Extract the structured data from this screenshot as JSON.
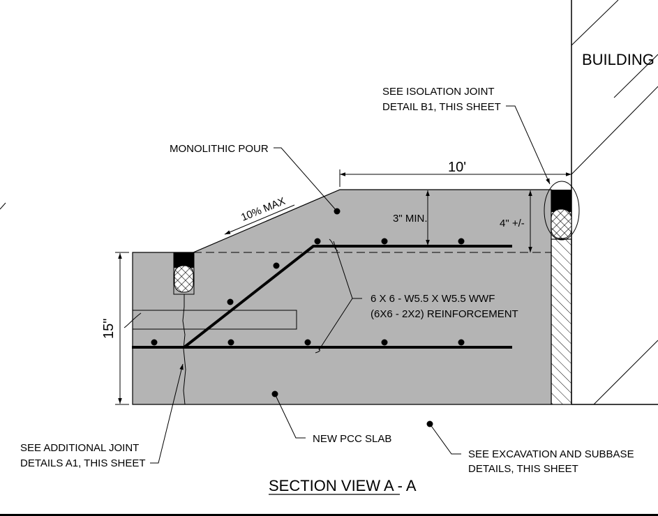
{
  "title": "SECTION VIEW A - A",
  "colors": {
    "concrete": "#b4b4b4",
    "line": "#000000",
    "background": "#ffffff",
    "sealant": "#000000"
  },
  "labels": {
    "building": "BUILDING",
    "isolation_joint_line1": "SEE ISOLATION JOINT",
    "isolation_joint_line2": "DETAIL B1, THIS SHEET",
    "monolithic_pour": "MONOLITHIC POUR",
    "slope": "10% MAX",
    "width_dim": "10'",
    "min_cover": "3\" MIN.",
    "step_height": "4\" +/-",
    "thickness": "15\"",
    "reinforcement_line1": "6 X 6 - W5.5 X W5.5 WWF",
    "reinforcement_line2": "(6X6 - 2X2) REINFORCEMENT",
    "new_slab": "NEW PCC SLAB",
    "additional_joint_line1": "SEE ADDITIONAL JOINT",
    "additional_joint_line2": "DETAILS A1, THIS SHEET",
    "excavation_line1": "SEE EXCAVATION AND SUBBASE",
    "excavation_line2": "DETAILS, THIS SHEET"
  }
}
